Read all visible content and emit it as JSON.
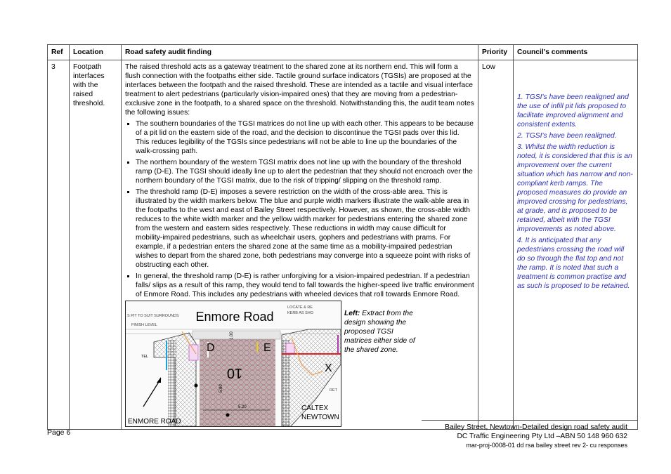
{
  "table": {
    "headers": [
      "Ref",
      "Location",
      "Road safety audit finding",
      "Priority",
      "Council's comments"
    ],
    "row": {
      "ref": "3",
      "location": "Footpath interfaces with the raised threshold.",
      "intro": "The raised threshold acts as a gateway treatment to the shared zone at its northern end. This will form a flush connection with the footpaths either side. Tactile ground surface indicators (TGSIs) are proposed at the interfaces between the footpath and the raised threshold. These are intended as a tactile and visual interface treatment to alert pedestrians (particularly vision-impaired ones) that they are moving from a pedestrian-exclusive zone in the footpath, to a shared space on the threshold. Notwithstanding this, the audit team notes the following issues:",
      "issues": [
        "The southern boundaries of the TGSI matrices do not line up with each other. This appears to be because of a pit lid on the eastern side of the road, and the decision to discontinue the TGSI pads over this lid. This reduces legibility of the TGSIs since pedestrians will not be able to line up the boundaries of the walk-crossing path.",
        "The northern boundary of the western TGSI matrix does not line up with the boundary of the threshold ramp (D-E). The TGSI should ideally line up to alert the pedestrian that they should not encroach over the northern boundary of the TGSI matrix, due to the risk of tripping/ slipping on the threshold ramp.",
        "The threshold ramp (D-E) imposes a severe restriction on the width of the cross-able area. This is illustrated by the width markers below. The blue and purple width markers illustrate the walk-able area in the footpaths to the west and east of Bailey Street respectively. However, as shown, the cross-able width reduces to the white width marker and the yellow width marker for pedestrians entering the shared zone from the western and eastern sides respectively. These reductions in width may cause difficult for mobility-impaired pedestrians, such as wheelchair users, gophers and pedestrians with prams. For example, if a pedestrian enters the shared zone at the same time as a mobility-impaired pedestrian wishes to depart from the shared zone, both pedestrians may converge into a squeeze point with risks of obstructing each other.",
        "In general, the threshold ramp (D-E) is rather unforgiving for a vision-impaired pedestrian. If a pedestrian falls/ slips as a result of this ramp, they would tend to fall towards the higher-speed live traffic environment of Enmore Road. This includes any pedestrians with wheeled devices that roll towards Enmore Road."
      ],
      "figure": {
        "caption_bold": "Left:",
        "caption": " Extract from the design showing the proposed TGSI matrices either side of the shared zone.",
        "labels": {
          "road_top": "Enmore Road",
          "road_bottom": "ENMORE ROAD",
          "d": "D",
          "e": "E",
          "x": "X",
          "caltex": "CALTEX",
          "newtown": "NEWTOWN",
          "pit": "S PIT TO SUIT SURROUNDS",
          "finish": "FINISH LEVEL",
          "locate": "LOCATE & RE",
          "kerb": "KERB AS SHO",
          "tel": "TEL",
          "ret": "RET",
          "dim1": "5.20",
          "dim2": "5.80",
          "dim3": "1.00",
          "ten": "10"
        }
      },
      "priority": "Low",
      "comments": [
        "1. TGSI's have been realigned and the use of infill pit lids proposed to facilitate improved alignment and consistent extents.",
        "2. TGSI's have been realigned.",
        "3. Whilst the width reduction is noted, it is considered that this is an improvement over the current situation which has narrow and non-compliant kerb ramps.  The proposed measures do provide an improved crossing for pedestrians, at grade, and is proposed to be retained, albeit with the TGSI improvements as noted above.",
        "4. It is anticipated that any pedestrians crossing the road will do so through the flat top and not the ramp. It is noted that such a treatment is common practise and as such is proposed to be retained."
      ]
    }
  },
  "footer": {
    "page": "Page 6",
    "line1": "Bailey Street, Newtown-Detailed design road safety audit",
    "line2": "DC Traffic Engineering Pty Ltd –ABN 50 148 960 632",
    "line3": "mar-proj-0008-01 dd rsa bailey street rev 2- cu responses"
  },
  "colors": {
    "comment_text": "#2b2fb8"
  }
}
